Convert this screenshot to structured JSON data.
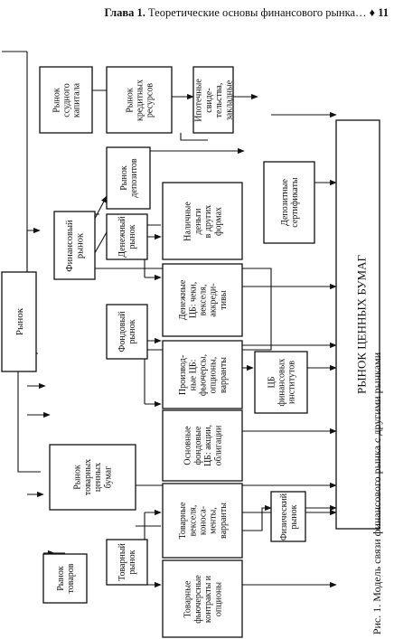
{
  "header": {
    "chapter_label": "Глава 1.",
    "chapter_title": "Теоретические основы финансового рынка…",
    "bullet": "♦",
    "page_number": "11"
  },
  "caption": "Рис. 1. Модель связи финансового рынка с другими рынками",
  "nodes": {
    "market": [
      "Рынок"
    ],
    "financial_market": [
      "Финансовый",
      "рынок"
    ],
    "loan_capital": [
      "Рынок",
      "ссудного",
      "капитала"
    ],
    "credit_resources": [
      "Рынок",
      "кредитных",
      "ресурсов"
    ],
    "mortgage": [
      "Ипотечные",
      "свиде-",
      "тельства,",
      "закладные"
    ],
    "deposits_market": [
      "Рынок",
      "депозитов"
    ],
    "deposit_certs": [
      "Депозитные",
      "сертификаты"
    ],
    "money_market": [
      "Денежный",
      "рынок"
    ],
    "cash": [
      "Наличные",
      "деньги",
      "в других",
      "формах"
    ],
    "money_securities": [
      "Денежные",
      "ЦБ: чеки,",
      "векселя,",
      "аккреди-",
      "тивы"
    ],
    "stock_market": [
      "Фондовый",
      "рынок"
    ],
    "derivatives": [
      "Производ-",
      "ные ЦБ:",
      "фьючерсы,",
      "опционы,",
      "варранты"
    ],
    "institutions": [
      "ЦБ",
      "финансовых",
      "институтов"
    ],
    "basic_securities": [
      "Основные",
      "фондовые",
      "ЦБ: акции,",
      "облигации"
    ],
    "commodity_securities_market": [
      "Рынок",
      "товарных",
      "ценных",
      "бумаг"
    ],
    "commodity_bills": [
      "Товарные",
      "векселя,",
      "коносa-",
      "менты,",
      "варранты"
    ],
    "physical_market": [
      "Физический",
      "рынок"
    ],
    "goods_market": [
      "Рынок",
      "товаров"
    ],
    "commodity_market": [
      "Товарный",
      "рынок"
    ],
    "commodity_futures": [
      "Товарные",
      "фьючерсные",
      "контракты и",
      "опционы"
    ],
    "securities_market": [
      "РЫНОК ЦЕННЫХ БУМАГ"
    ]
  }
}
